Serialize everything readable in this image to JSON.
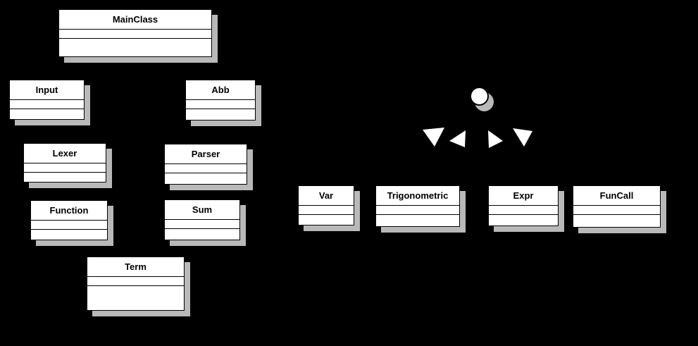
{
  "diagram": {
    "type": "uml-class-diagram",
    "background_color": "#000000",
    "node_fill": "#ffffff",
    "node_border_color": "#000000",
    "shadow_color": "#b9b9b9",
    "text_color": "#000000",
    "classes": [
      {
        "name": "MainClass"
      },
      {
        "name": "Input"
      },
      {
        "name": "Abb"
      },
      {
        "name": "Lexer"
      },
      {
        "name": "Parser"
      },
      {
        "name": "Function"
      },
      {
        "name": "Sum"
      },
      {
        "name": "Term"
      },
      {
        "name": "Var"
      },
      {
        "name": "Trigonometric"
      },
      {
        "name": "Expr"
      },
      {
        "name": "FunCall"
      }
    ],
    "symbols": {
      "interface_circle": "interface-lollipop-circle",
      "arrowhead_color": "#ffffff",
      "arrowhead_directions": [
        "down-left",
        "left",
        "right",
        "down-right"
      ]
    }
  }
}
